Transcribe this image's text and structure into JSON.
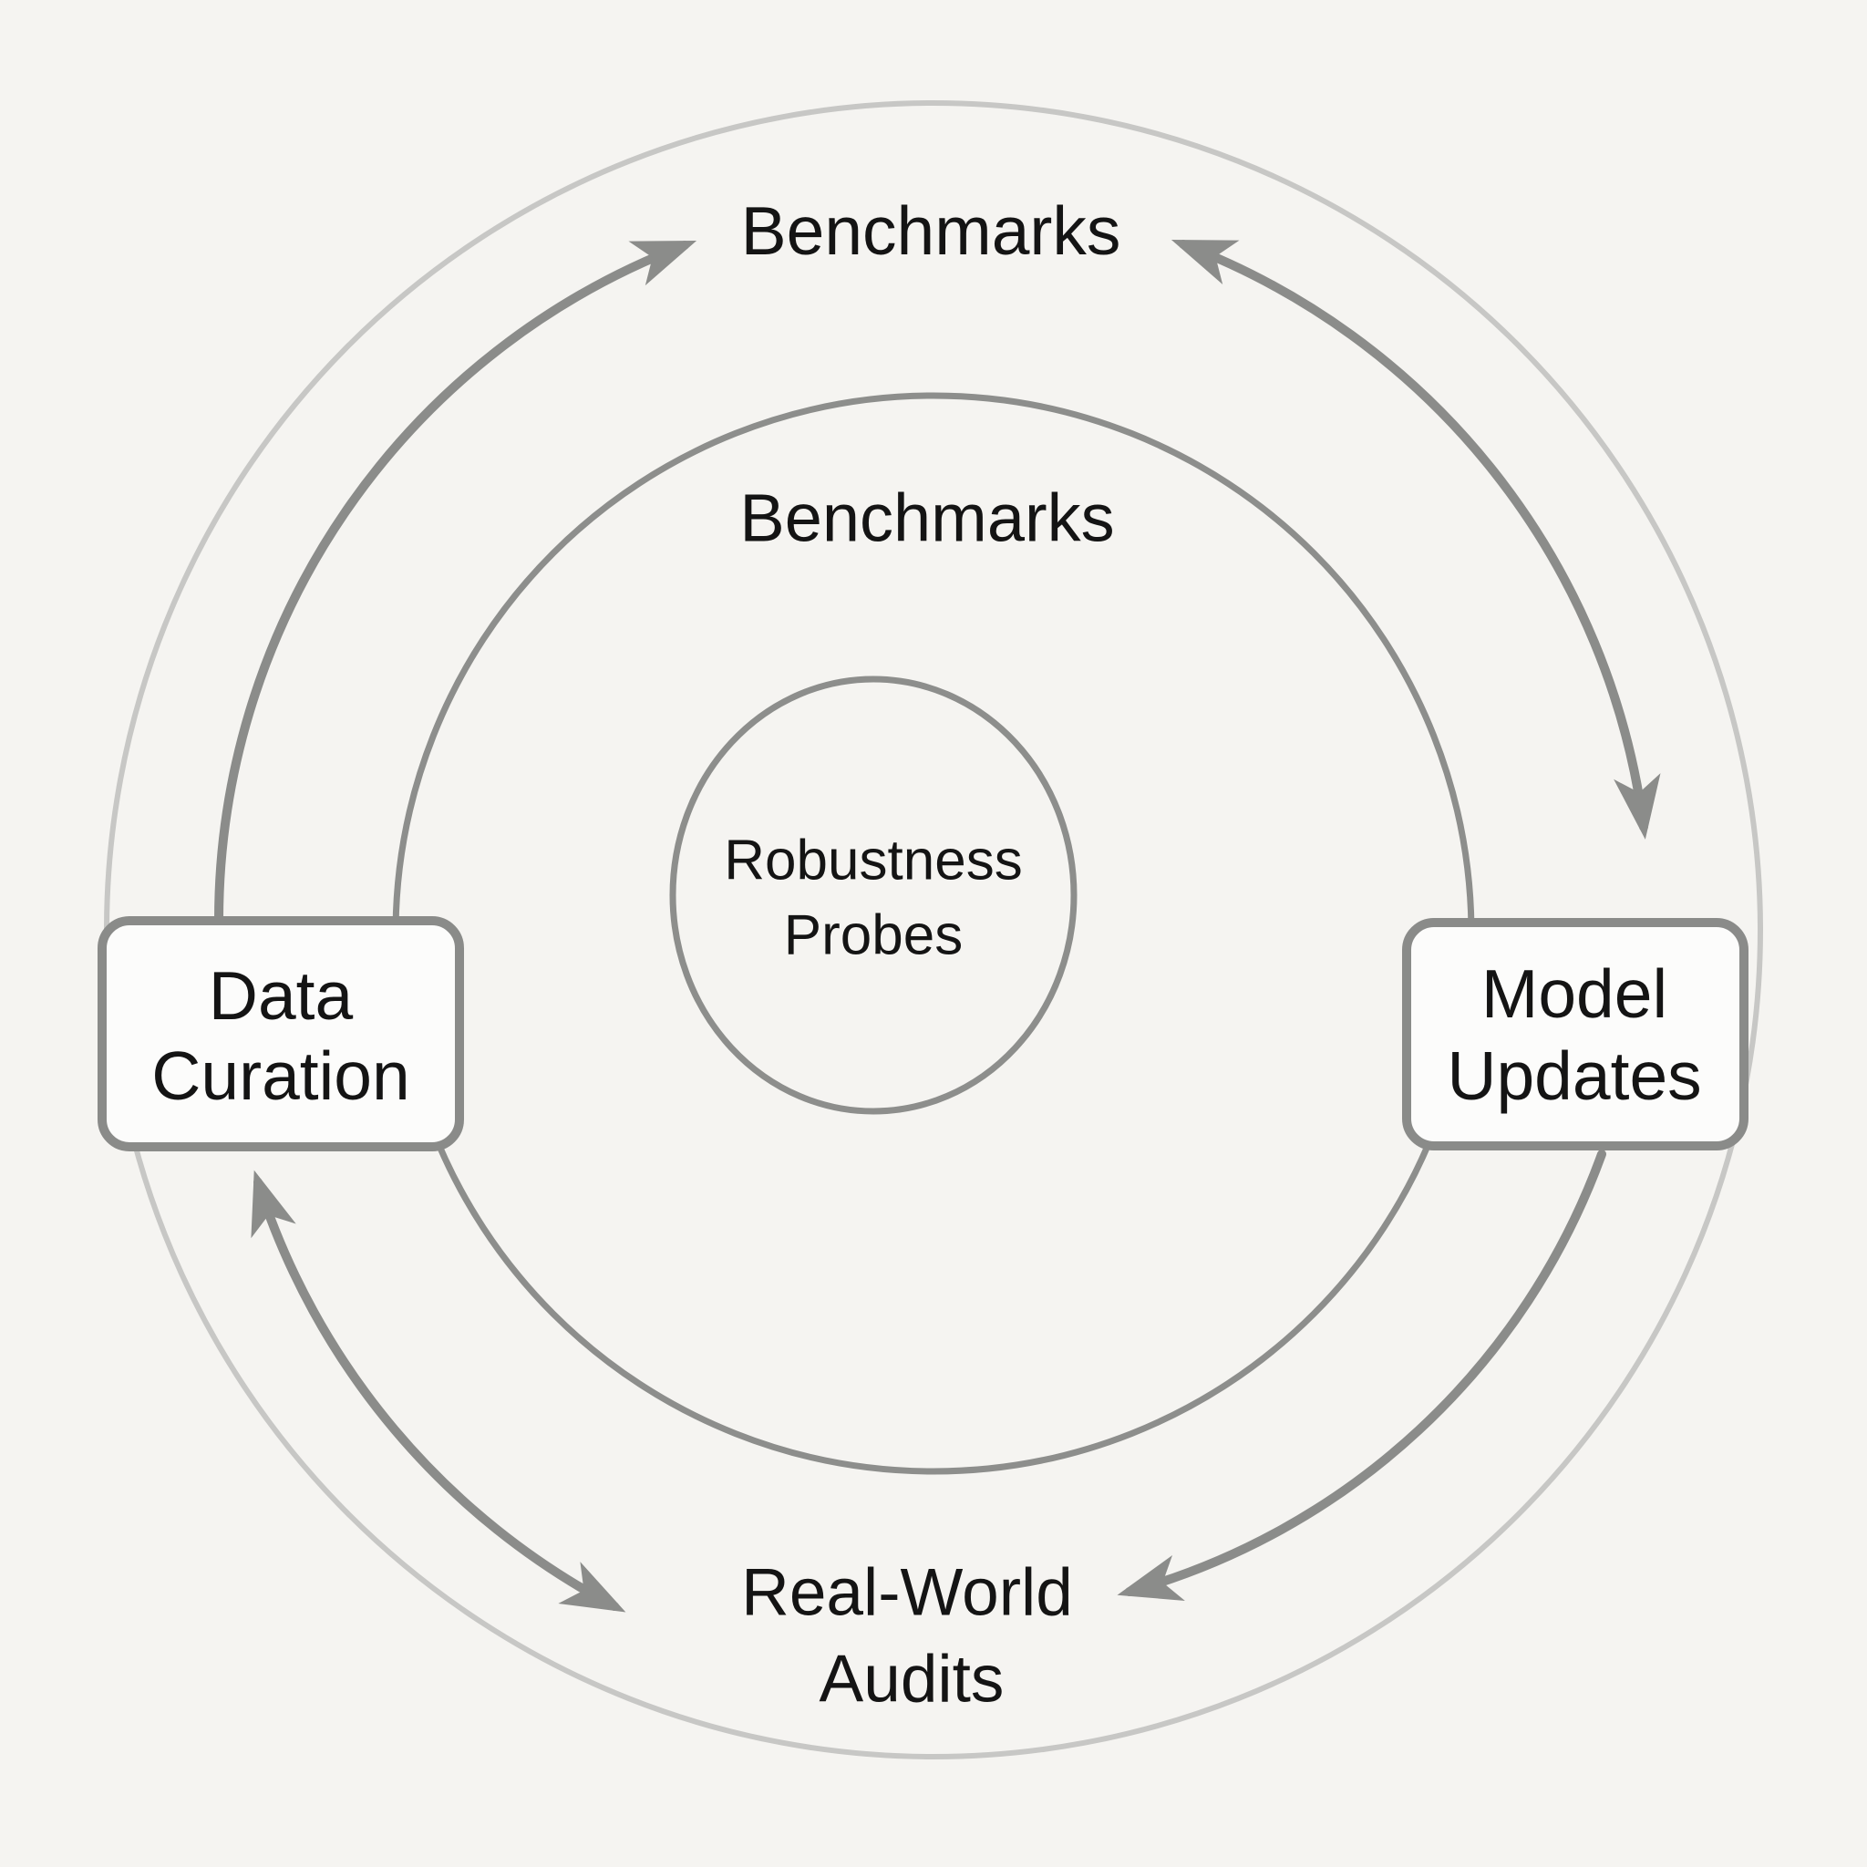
{
  "diagram": {
    "type": "cycle-diagram",
    "outer_ring_label": "Benchmarks",
    "middle_ring_label": "Benchmarks",
    "center_circle": {
      "lines": [
        "Robustness",
        "Probes"
      ]
    },
    "left_box": {
      "lines": [
        "Data",
        "Curation"
      ]
    },
    "right_box": {
      "lines": [
        "Model",
        "Updates"
      ]
    },
    "bottom_label": {
      "lines": [
        "Real-World",
        "Audits"
      ]
    },
    "arrows": [
      {
        "from": "Data Curation",
        "to": "Benchmarks",
        "heads": "end"
      },
      {
        "from": "Benchmarks",
        "to": "Model Updates",
        "heads": "both"
      },
      {
        "from": "Data Curation",
        "to": "Real-World Audits",
        "heads": "both"
      },
      {
        "from": "Model Updates",
        "to": "Real-World Audits",
        "heads": "end"
      }
    ],
    "colors": {
      "background": "#f5f4f1",
      "outer_ring": "#c7c7c5",
      "ring": "#8d8e8c",
      "arrow": "#8b8c8a",
      "box_border": "#8a8b89",
      "box_fill": "#fcfcfb",
      "text": "#141414"
    }
  }
}
